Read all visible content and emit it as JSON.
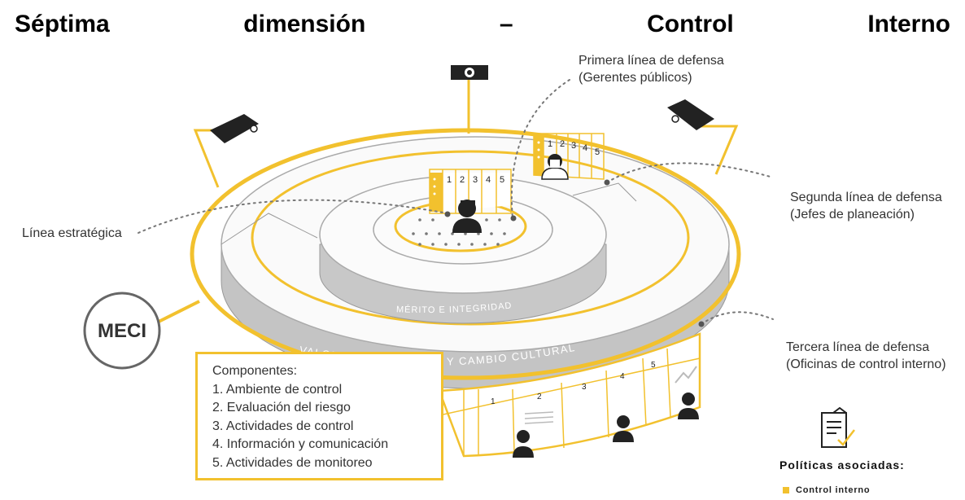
{
  "title": {
    "words": [
      "Séptima",
      "dimensión",
      "–",
      "Control",
      "Interno"
    ]
  },
  "labels": {
    "primera": [
      "Primera línea de defensa",
      "(Gerentes públicos)"
    ],
    "segunda": [
      "Segunda línea de defensa",
      "(Jefes de planeación)"
    ],
    "tercera": [
      "Tercera línea de defensa",
      "(Oficinas de control interno)"
    ],
    "estrategica": "Línea estratégica"
  },
  "ring_texts": {
    "inner": "MÉRITO E INTEGRIDAD",
    "outer": "VALORES, EXCELENCIA Y CAMBIO CULTURAL"
  },
  "meci": "MECI",
  "panel_numbers": [
    "1",
    "2",
    "3",
    "4",
    "5"
  ],
  "componentes": {
    "heading": "Componentes:",
    "items": [
      "1. Ambiente de control",
      "2. Evaluación del riesgo",
      "3. Actividades de control",
      "4. Información y comunicación",
      "5. Actividades de monitoreo"
    ]
  },
  "politicas": {
    "title": "Políticas asociadas:",
    "items": [
      "Control interno"
    ]
  },
  "colors": {
    "accent": "#f2c12e",
    "grey_side": "#bdbdbd",
    "dark": "#222222",
    "line": "#999999"
  }
}
